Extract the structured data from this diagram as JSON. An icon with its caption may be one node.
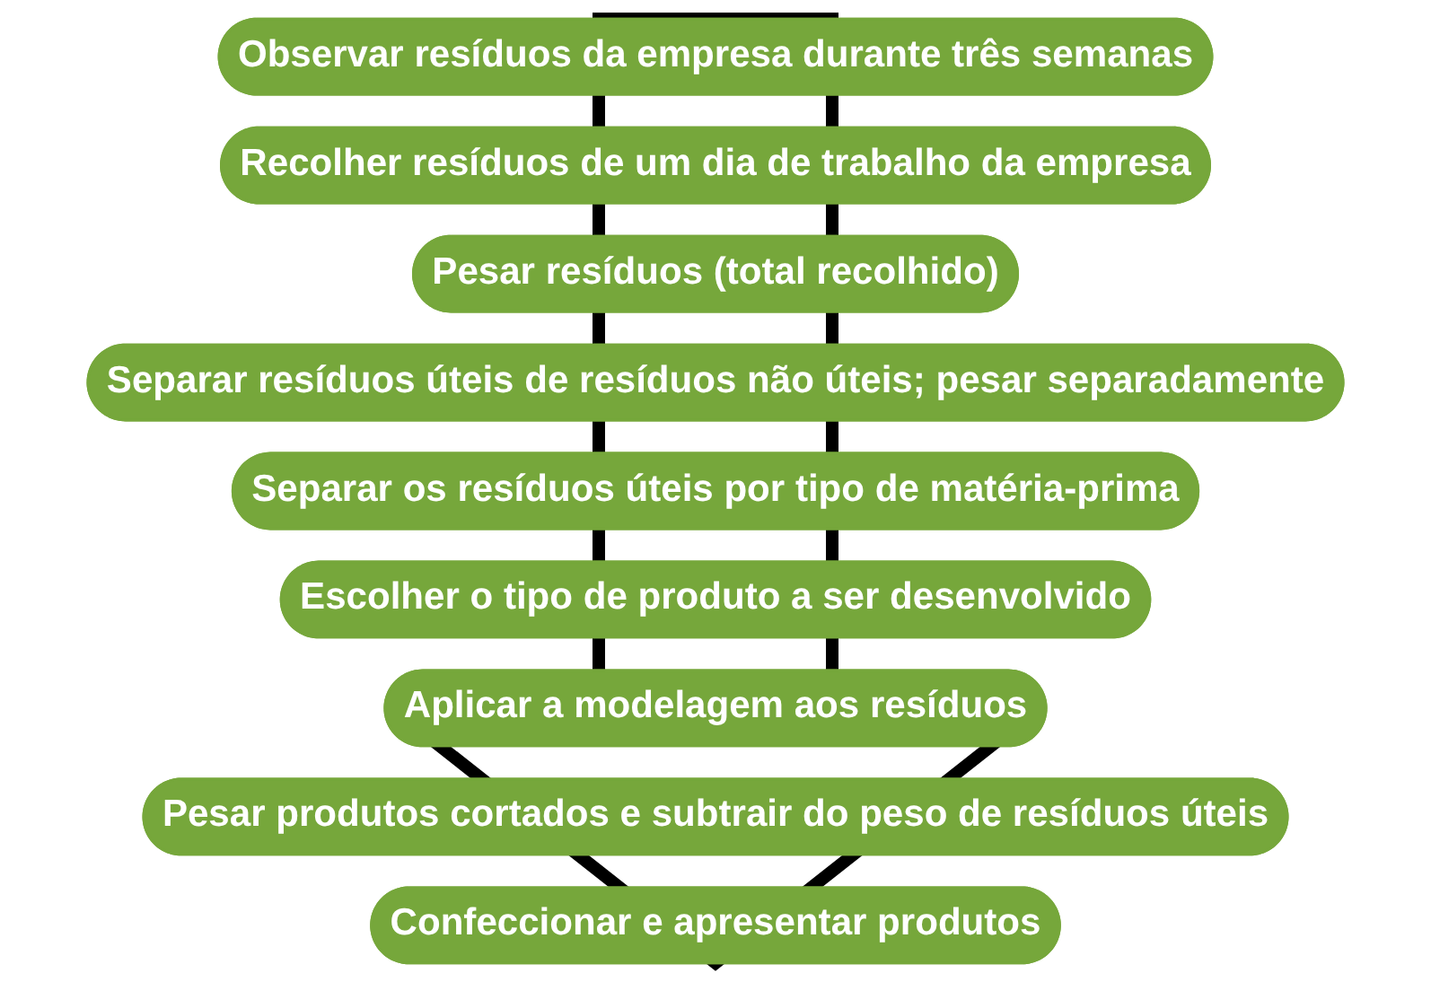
{
  "diagram": {
    "nodes": [
      {
        "text": [
          "Observar resíduos da empresa durante três semanas"
        ]
      },
      {
        "text": [
          "Recolher resíduos de um dia de trabalho da empresa"
        ]
      },
      {
        "text": [
          "Pesar resíduos (total recolhido)"
        ]
      },
      {
        "text": [
          "Separar resíduos úteis de resíduos não úteis; pesar separadamente"
        ]
      },
      {
        "text": [
          "Separar os resíduos úteis por tipo de matéria-prima"
        ]
      },
      {
        "text": [
          "Escolher o tipo de produto a ser desenvolvido"
        ]
      },
      {
        "text": [
          "Aplicar a modelagem aos resíduos"
        ]
      },
      {
        "text": [
          "Pesar produtos cortados e subtrair do peso de resíduos úteis"
        ]
      },
      {
        "text": [
          "Confeccionar e apresentar produtos"
        ]
      }
    ],
    "edges": [
      {
        "from": 0,
        "to": 8,
        "arrow": "to",
        "style": "thick"
      }
    ]
  }
}
